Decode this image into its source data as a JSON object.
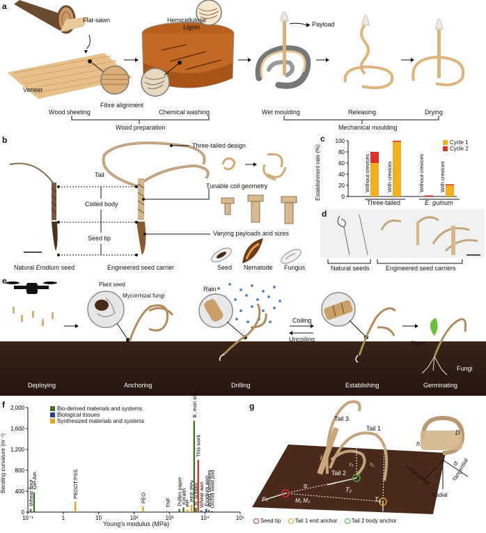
{
  "panels": {
    "a": {
      "label": "a",
      "flat_sawn": "Flat-sawn",
      "veneer": "Veneer",
      "fibre_alignment": "Fibre alignment",
      "hemicellulose": "Hemicellulose",
      "lignin": "Lignin",
      "payload": "Payload",
      "wood_sheeting": "Wood sheeting",
      "chemical_washing": "Chemical washing",
      "wet_moulding": "Wet moulding",
      "releasing": "Releasing",
      "drying": "Drying",
      "wood_preparation": "Wood preparation",
      "mechanical_moulding": "Mechanical moulding"
    },
    "b": {
      "label": "b",
      "three_tailed_design": "Three-tailed design",
      "tail": "Tail",
      "coiled_body": "Coiled body",
      "tunable_coil": "Tunable coil geometry",
      "seed_tip": "Seed tip",
      "varying_payloads": "Varying payloads and sizes",
      "natural_prefix": "Natural",
      "natural_species": "Erodium",
      "natural_suffix": "seed",
      "engineered": "Engineered seed carrier",
      "seed": "Seed",
      "nematode": "Nematode",
      "fungus": "Fungus"
    },
    "c": {
      "label": "c",
      "ylabel": "Establishment rate (%)",
      "bar_labels": [
        "Without crevices",
        "With crevices",
        "Without crevices",
        "With crevices"
      ],
      "group1": "Three-tailed",
      "group2": "E. guinum"
    },
    "d": {
      "label": "d",
      "natural_seeds": "Natural seeds",
      "engineered": "Engineered seed carriers"
    },
    "e": {
      "label": "e",
      "plant_seed": "Plant seed",
      "mycorrhizal": "Mycorrhizal fungi",
      "rain": "Rain",
      "coiling": "Coiling",
      "uncoiling": "Uncoiling",
      "plant": "Plant",
      "fungi": "Fungi",
      "stages": [
        "Deploying",
        "Anchoring",
        "Drilling",
        "Establishing",
        "Germinating"
      ]
    },
    "f": {
      "label": "f",
      "legend": [
        "Bio-derived materials and systems",
        "Biological tissues",
        "Synthesized materials and systems"
      ],
      "xlabel": "Young's modulus (MPa)",
      "ylabel": "Bending curvature (m⁻¹)",
      "annotations": [
        "Wheat flour",
        "Gel-Am",
        "PEDOT:PSS",
        "PEO",
        "TNF",
        "Pollen paper",
        "Keratin",
        "PP",
        "PEE-PPy",
        "B. mori silk",
        "B. subtilis",
        "This work",
        "Wheat awn",
        "Erodium awn",
        "Wood laminates",
        "Orchid seed pod"
      ]
    },
    "g": {
      "label": "g",
      "tail3": "Tail 3",
      "tail1": "Tail 1",
      "tail2": "Tail 2",
      "D": "D",
      "h": "h",
      "b": "b",
      "longitudinal": "Longitudinal",
      "tangential": "Tangential",
      "radial": "Radial",
      "l": "l",
      "r2": "r₂",
      "r1": "r₁",
      "alpha": "α",
      "T2": "T₂",
      "T1": "T₁",
      "Pt": "Pₜ",
      "M": "M₁ M₂",
      "legend": [
        "Seed tip",
        "Tail 1 end anchor",
        "Tail 2 body anchor"
      ]
    }
  },
  "chart_data": {
    "type": "bar",
    "title": "",
    "ylabel": "Establishment rate (%)",
    "ylim": [
      0,
      100
    ],
    "yticks": [
      0,
      20,
      40,
      60,
      80,
      100
    ],
    "categories": [
      "Without crevices",
      "With crevices",
      "Without crevices",
      "With crevices"
    ],
    "groups": [
      "Three-tailed",
      "E. guinum"
    ],
    "series": [
      {
        "name": "Cycle 1",
        "color": "#f2b01e",
        "values": [
          60,
          98,
          0,
          20
        ]
      },
      {
        "name": "Cycle 2",
        "color": "#e0322b",
        "values": [
          20,
          2,
          2,
          2
        ]
      }
    ],
    "stacked": true
  },
  "chart_f": {
    "type": "scatter",
    "xscale": "log",
    "xlim": [
      0.1,
      100000
    ],
    "xticks": [
      "10⁻¹",
      "1",
      "10",
      "10²",
      "10³",
      "10⁴",
      "10⁵"
    ],
    "ylim": [
      0,
      2000
    ],
    "yticks": [
      "0",
      "400",
      "800",
      "1,200",
      "1,600",
      "2,000"
    ],
    "points": [
      {
        "label": "Wheat flour",
        "x": 0.12,
        "y": 60,
        "cat": "bio"
      },
      {
        "label": "Gel-Am",
        "x": 0.15,
        "y": 380,
        "cat": "bio"
      },
      {
        "label": "PEDOT:PSS",
        "x": 2.2,
        "y": 200,
        "cat": "syn"
      },
      {
        "label": "PEO",
        "x": 180,
        "y": 110,
        "cat": "syn"
      },
      {
        "label": "TNF",
        "x": 900,
        "y": 30,
        "cat": "syn"
      },
      {
        "label": "Pollen paper",
        "x": 1900,
        "y": 60,
        "cat": "bio"
      },
      {
        "label": "Keratin",
        "x": 2500,
        "y": 90,
        "cat": "bio"
      },
      {
        "label": "PP",
        "x": 3200,
        "y": 50,
        "cat": "syn"
      },
      {
        "label": "PEE-PPy",
        "x": 4200,
        "y": 140,
        "cat": "syn"
      },
      {
        "label": "B. mori silk",
        "x": 5000,
        "y": 1750,
        "cat": "bio"
      },
      {
        "label": "B. subtilis",
        "x": 5600,
        "y": 80,
        "cat": "bio"
      },
      {
        "label": "This work",
        "x": 6500,
        "y": 1000,
        "cat": "this"
      },
      {
        "label": "Wheat awn",
        "x": 8000,
        "y": 30,
        "cat": "tis"
      },
      {
        "label": "Erodium awn",
        "x": 11000,
        "y": 60,
        "cat": "tis"
      },
      {
        "label": "Wood laminates",
        "x": 13000,
        "y": 40,
        "cat": "bio"
      },
      {
        "label": "Orchid seed pod",
        "x": 16000,
        "y": 20,
        "cat": "tis"
      }
    ],
    "colors": {
      "bio": "#4b6b2a",
      "tis": "#2d3e8c",
      "syn": "#e0a61e",
      "this": "#d0342c"
    }
  }
}
